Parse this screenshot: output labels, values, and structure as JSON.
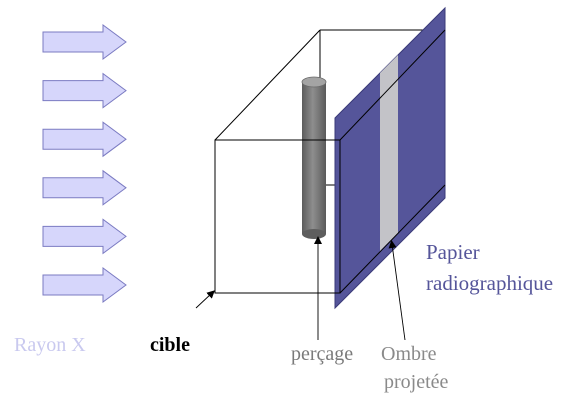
{
  "labels": {
    "rays": "Rayon X",
    "target": "cible",
    "drill": "perçage",
    "shadow_line1": "Ombre",
    "shadow_line2": "projetée",
    "paper_line1": "Papier",
    "paper_line2": "radiographique"
  },
  "arrows": {
    "count": 6
  },
  "colors": {
    "arrow_fill": "#d6d6fb",
    "arrow_stroke": "#7b7bc2",
    "rays_text": "#c9c9ef",
    "paper": "#55559a",
    "paper_edge": "#3a3a78",
    "shadow": "#c3c3c8",
    "cylinder": "#7a7a7a",
    "cylinder_top": "#9a9a9a",
    "cube_lines": "#000000",
    "target_text": "#000000",
    "drill_text": "#7a7a7a",
    "shadow_text": "#8a8a8a",
    "paper_text": "#55559a"
  }
}
